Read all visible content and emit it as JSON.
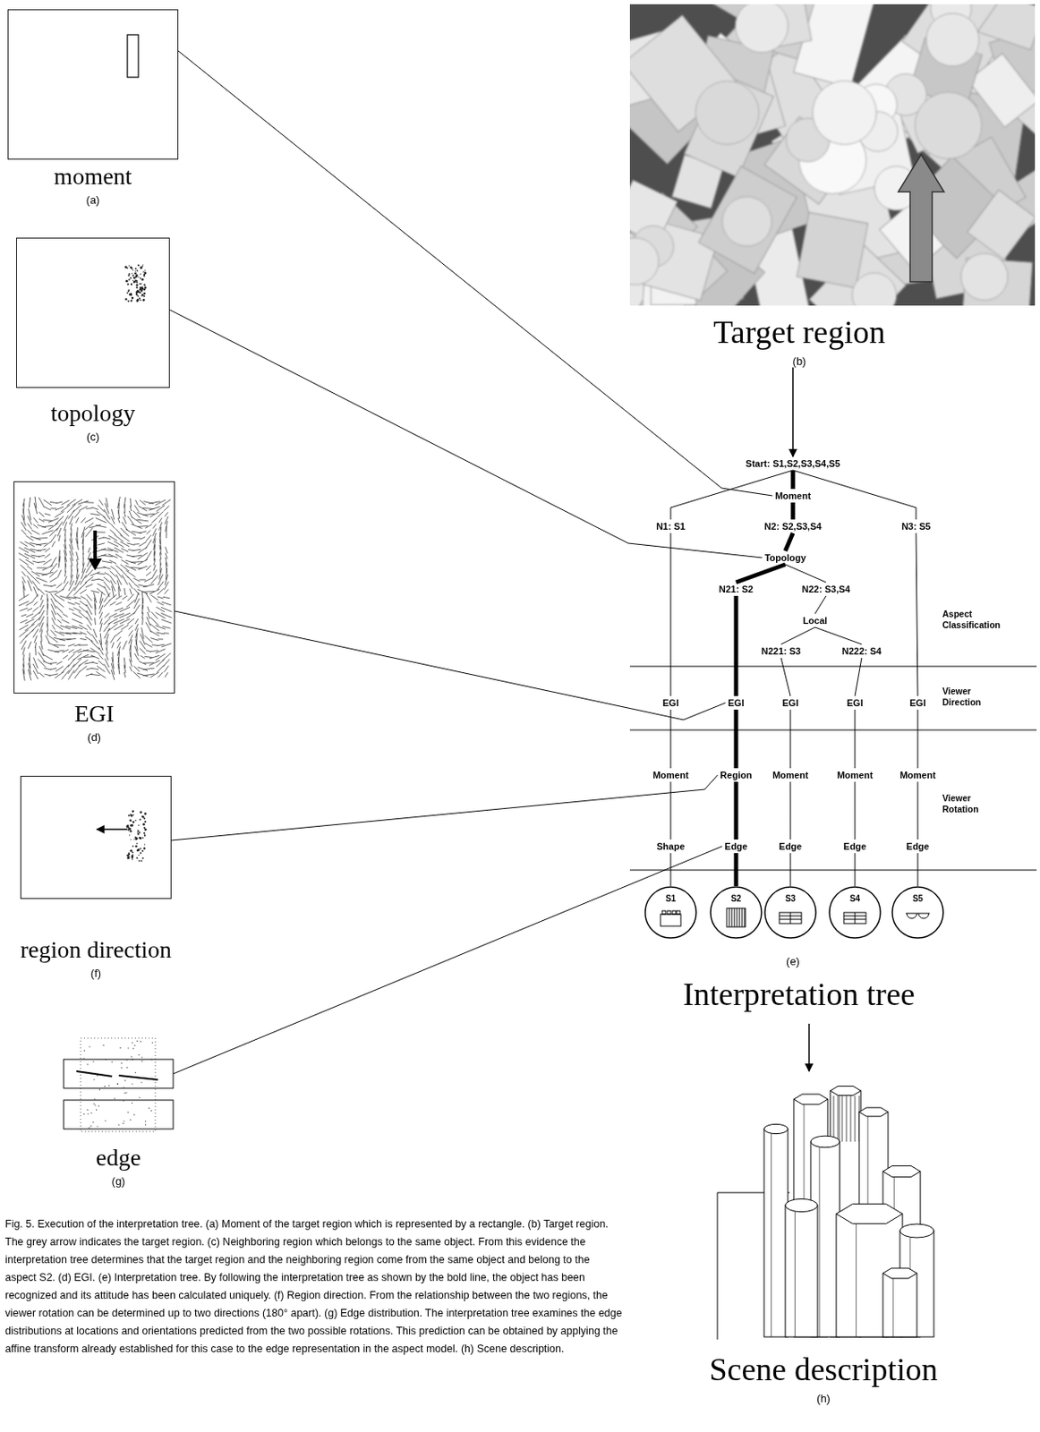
{
  "diagram": {
    "caption": "Fig. 5. Execution of the interpretation tree. (a) Moment of the target region which is represented by a rectangle. (b) Target region. The grey arrow indicates the target region. (c) Neighboring region which belongs to the same object. From this evidence the interpretation tree determines that the target region and the neighboring region come from the same object and belong to the aspect S2. (d) EGI. (e) Interpretation tree. By following the interpretation tree as shown by the bold line, the object has been recognized and its attitude has been calculated uniquely. (f) Region direction. From the relationship between the two regions, the viewer rotation can be determined up to two directions (180° apart). (g) Edge distribution. The interpretation tree examines the edge distributions at locations and orientations predicted from the two possible rotations. This prediction can be obtained by applying the affine transform already established for this case to the edge representation in the aspect model. (h) Scene description.",
    "nodes": [
      {
        "text": [
          "moment",
          "(a)"
        ]
      },
      {
        "text": [
          "topology",
          "(c)"
        ]
      },
      {
        "text": [
          "EGI",
          "(d)"
        ]
      },
      {
        "text": [
          "region direction",
          "(f)"
        ]
      },
      {
        "text": [
          "edge",
          "(g)"
        ]
      },
      {
        "text": [
          "Target region",
          "(b)"
        ]
      },
      {
        "text": [
          "Start: S1,S2,S3,S4,S5"
        ]
      },
      {
        "text": [
          "Moment"
        ]
      },
      {
        "text": [
          "N1: S1"
        ]
      },
      {
        "text": [
          "N2: S2,S3,S4"
        ]
      },
      {
        "text": [
          "N3: S5"
        ]
      },
      {
        "text": [
          "Topology"
        ]
      },
      {
        "text": [
          "N21: S2"
        ]
      },
      {
        "text": [
          "N22: S3,S4"
        ]
      },
      {
        "text": [
          "Local"
        ]
      },
      {
        "text": [
          "N221: S3"
        ]
      },
      {
        "text": [
          "N222: S4"
        ]
      },
      {
        "text": [
          "EGI"
        ]
      },
      {
        "text": [
          "EGI"
        ]
      },
      {
        "text": [
          "EGI"
        ]
      },
      {
        "text": [
          "EGI"
        ]
      },
      {
        "text": [
          "EGI"
        ]
      },
      {
        "text": [
          "Moment"
        ]
      },
      {
        "text": [
          "Region"
        ]
      },
      {
        "text": [
          "Moment"
        ]
      },
      {
        "text": [
          "Moment"
        ]
      },
      {
        "text": [
          "Moment"
        ]
      },
      {
        "text": [
          "Shape"
        ]
      },
      {
        "text": [
          "Edge"
        ]
      },
      {
        "text": [
          "Edge"
        ]
      },
      {
        "text": [
          "Edge"
        ]
      },
      {
        "text": [
          "Edge"
        ]
      },
      {
        "text": [
          "S1"
        ]
      },
      {
        "text": [
          "S2"
        ]
      },
      {
        "text": [
          "S3"
        ]
      },
      {
        "text": [
          "S4"
        ]
      },
      {
        "text": [
          "S5"
        ]
      },
      {
        "text": [
          "Scene description",
          "(h)"
        ]
      }
    ],
    "edges": [
      {
        "from": 0,
        "to": 7,
        "arrow": "none"
      },
      {
        "from": 1,
        "to": 11,
        "arrow": "none"
      },
      {
        "from": 2,
        "to": 18,
        "arrow": "none"
      },
      {
        "from": 3,
        "to": 23,
        "arrow": "none"
      },
      {
        "from": 4,
        "to": 28,
        "arrow": "none"
      },
      {
        "from": 5,
        "to": 6,
        "arrow": "to"
      },
      {
        "from": 6,
        "to": 7,
        "arrow": "none"
      },
      {
        "from": 6,
        "to": 8,
        "arrow": "none"
      },
      {
        "from": 6,
        "to": 10,
        "arrow": "none"
      },
      {
        "from": 7,
        "to": 9,
        "arrow": "none"
      },
      {
        "from": 9,
        "to": 11,
        "arrow": "none"
      },
      {
        "from": 11,
        "to": 12,
        "arrow": "none"
      },
      {
        "from": 11,
        "to": 13,
        "arrow": "none"
      },
      {
        "from": 13,
        "to": 14,
        "arrow": "none"
      },
      {
        "from": 14,
        "to": 15,
        "arrow": "none"
      },
      {
        "from": 14,
        "to": 16,
        "arrow": "none"
      },
      {
        "from": 8,
        "to": 17,
        "arrow": "none"
      },
      {
        "from": 12,
        "to": 18,
        "arrow": "none"
      },
      {
        "from": 15,
        "to": 19,
        "arrow": "none"
      },
      {
        "from": 16,
        "to": 20,
        "arrow": "none"
      },
      {
        "from": 10,
        "to": 21,
        "arrow": "none"
      },
      {
        "from": 17,
        "to": 22,
        "arrow": "none"
      },
      {
        "from": 18,
        "to": 23,
        "arrow": "none"
      },
      {
        "from": 19,
        "to": 24,
        "arrow": "none"
      },
      {
        "from": 20,
        "to": 25,
        "arrow": "none"
      },
      {
        "from": 21,
        "to": 26,
        "arrow": "none"
      },
      {
        "from": 22,
        "to": 27,
        "arrow": "none"
      },
      {
        "from": 23,
        "to": 28,
        "arrow": "none"
      },
      {
        "from": 24,
        "to": 29,
        "arrow": "none"
      },
      {
        "from": 25,
        "to": 30,
        "arrow": "none"
      },
      {
        "from": 26,
        "to": 31,
        "arrow": "none"
      },
      {
        "from": 27,
        "to": 32,
        "arrow": "none"
      },
      {
        "from": 28,
        "to": 33,
        "arrow": "none"
      },
      {
        "from": 29,
        "to": 34,
        "arrow": "none"
      },
      {
        "from": 30,
        "to": 35,
        "arrow": "none"
      },
      {
        "from": 31,
        "to": 36,
        "arrow": "none"
      }
    ],
    "labels": [
      "Aspect Classification",
      "Viewer Direction",
      "Viewer Rotation",
      "(e)",
      "Interpretation tree"
    ]
  }
}
